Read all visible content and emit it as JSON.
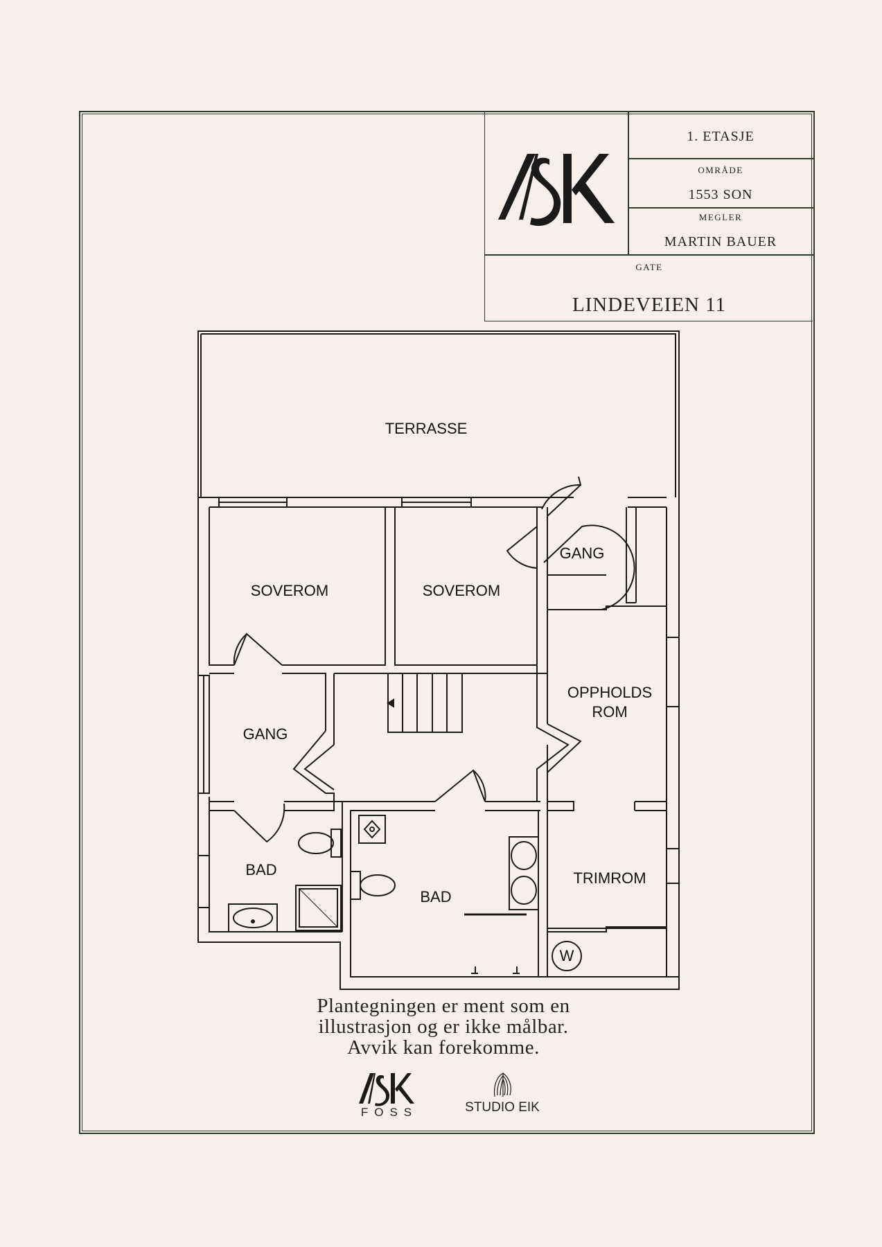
{
  "title_block": {
    "floor": "1. ETASJE",
    "area_label": "OMRÅDE",
    "area_value": "1553 SON",
    "broker_label": "MEGLER",
    "broker_value": "MARTIN BAUER",
    "street_label": "GATE",
    "street_value": "LINDEVEIEN 11",
    "logo_text": "ASK"
  },
  "rooms": {
    "terrasse": "TERRASSE",
    "soverom_1": "SOVEROM",
    "soverom_2": "SOVEROM",
    "gang_top": "GANG",
    "gang_left": "GANG",
    "oppholds_line1": "OPPHOLDS",
    "oppholds_line2": "ROM",
    "bad_left": "BAD",
    "bad_center": "BAD",
    "trimrom": "TRIMROM",
    "w_symbol": "W"
  },
  "disclaimer": {
    "line1": "Plantegningen er ment som en",
    "line2": "illustrasjon og er ikke målbar.",
    "line3": "Avvik kan forekomme."
  },
  "footer_logos": {
    "ask_foss_main": "ASK",
    "ask_foss_sub": "FOSS",
    "studio_eik": "STUDIO EIK"
  },
  "colors": {
    "background": "#f6efec",
    "frame": "#2d3b2d",
    "wall": "#1a1a1a"
  }
}
